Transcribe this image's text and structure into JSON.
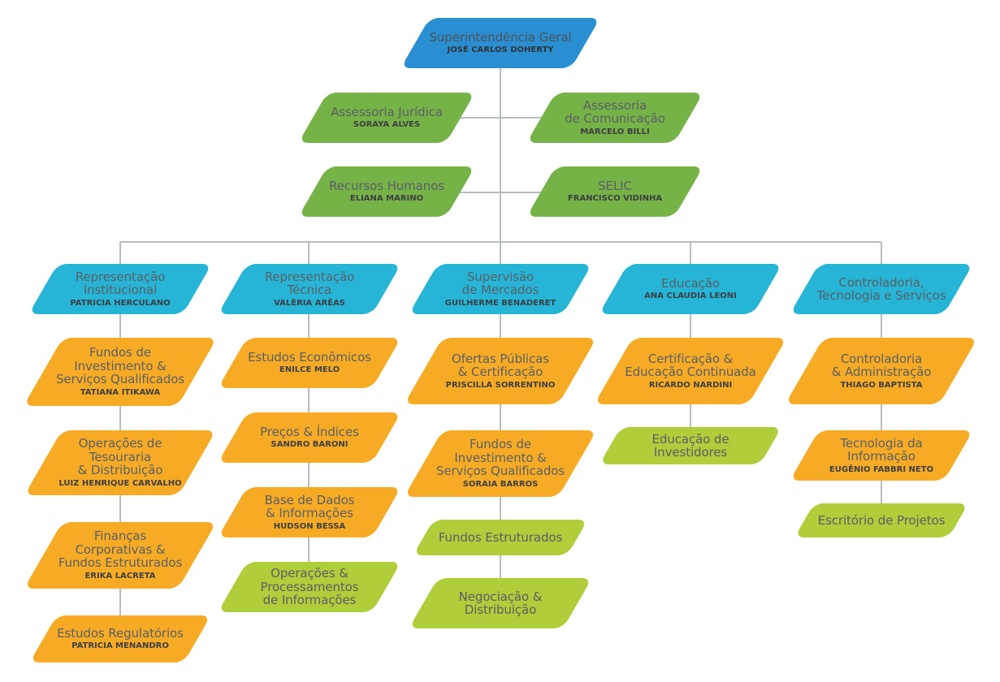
{
  "colors": {
    "blue": "#2a8fd2",
    "cyan": "#26b5d6",
    "green": "#76b347",
    "orange": "#f7ab25",
    "lime": "#b0cd3a",
    "connector": "#b8bcc0"
  },
  "top": {
    "title": "Superintendência Geral",
    "person": "JOSÉ CARLOS DOHERTY"
  },
  "staff": {
    "juridica": {
      "title": "Assessoria Jurídica",
      "person": "SORAYA ALVES"
    },
    "comunicacao": {
      "title": "Assessoria\nde Comunicação",
      "person": "MARCELO BILLI"
    },
    "rh": {
      "title": "Recursos Humanos",
      "person": "ELIANA MARINO"
    },
    "selic": {
      "title": "SELIC",
      "person": "FRANCISCO VIDINHA"
    }
  },
  "columns": [
    {
      "head": {
        "title": "Representação\nInstitucional",
        "person": "PATRICIA HERCULANO"
      },
      "items": [
        {
          "title": "Fundos de\nInvestimento &\nServiços Qualificados",
          "person": "TATIANA ITIKAWA"
        },
        {
          "title": "Operações de\nTesouraria\n& Distribuição",
          "person": "LUIZ HENRIQUE CARVALHO"
        },
        {
          "title": "Finanças\nCorporativas &\nFundos Estruturados",
          "person": "ERIKA LACRETA"
        },
        {
          "title": "Estudos Regulatórios",
          "person": "PATRICIA MENANDRO"
        }
      ]
    },
    {
      "head": {
        "title": "Representação\nTécnica",
        "person": "VALÉRIA ARÊAS"
      },
      "items": [
        {
          "title": "Estudos Econômicos",
          "person": "ENILCE MELO"
        },
        {
          "title": "Preços & Índices",
          "person": "SANDRO BARONI"
        },
        {
          "title": "Base de Dados\n& Informações",
          "person": "HUDSON BESSA"
        },
        {
          "title": "Operações &\nProcessamentos\nde Informações"
        }
      ]
    },
    {
      "head": {
        "title": "Supervisão\nde Mercados",
        "person": "GUILHERME BENADERET"
      },
      "items": [
        {
          "title": "Ofertas Públicas\n& Certificação",
          "person": "PRISCILLA SORRENTINO"
        },
        {
          "title": "Fundos de\nInvestimento &\nServiços Qualificados",
          "person": "SORAIA BARROS"
        },
        {
          "title": "Fundos Estruturados"
        },
        {
          "title": "Negociação &\nDistribuição"
        }
      ]
    },
    {
      "head": {
        "title": "Educação",
        "person": "ANA CLAUDIA LEONI"
      },
      "items": [
        {
          "title": "Certificação &\nEducação Continuada",
          "person": "RICARDO NARDINI"
        },
        {
          "title": "Educação de Investidores"
        }
      ]
    },
    {
      "head": {
        "title": "Controladoria,\nTecnologia e Serviços"
      },
      "items": [
        {
          "title": "Controladoria\n& Administração",
          "person": "THIAGO BAPTISTA"
        },
        {
          "title": "Tecnologia da\nInformação",
          "person": "EUGÊNIO FABBRI NETO"
        },
        {
          "title": "Escritório de Projetos"
        }
      ]
    }
  ]
}
